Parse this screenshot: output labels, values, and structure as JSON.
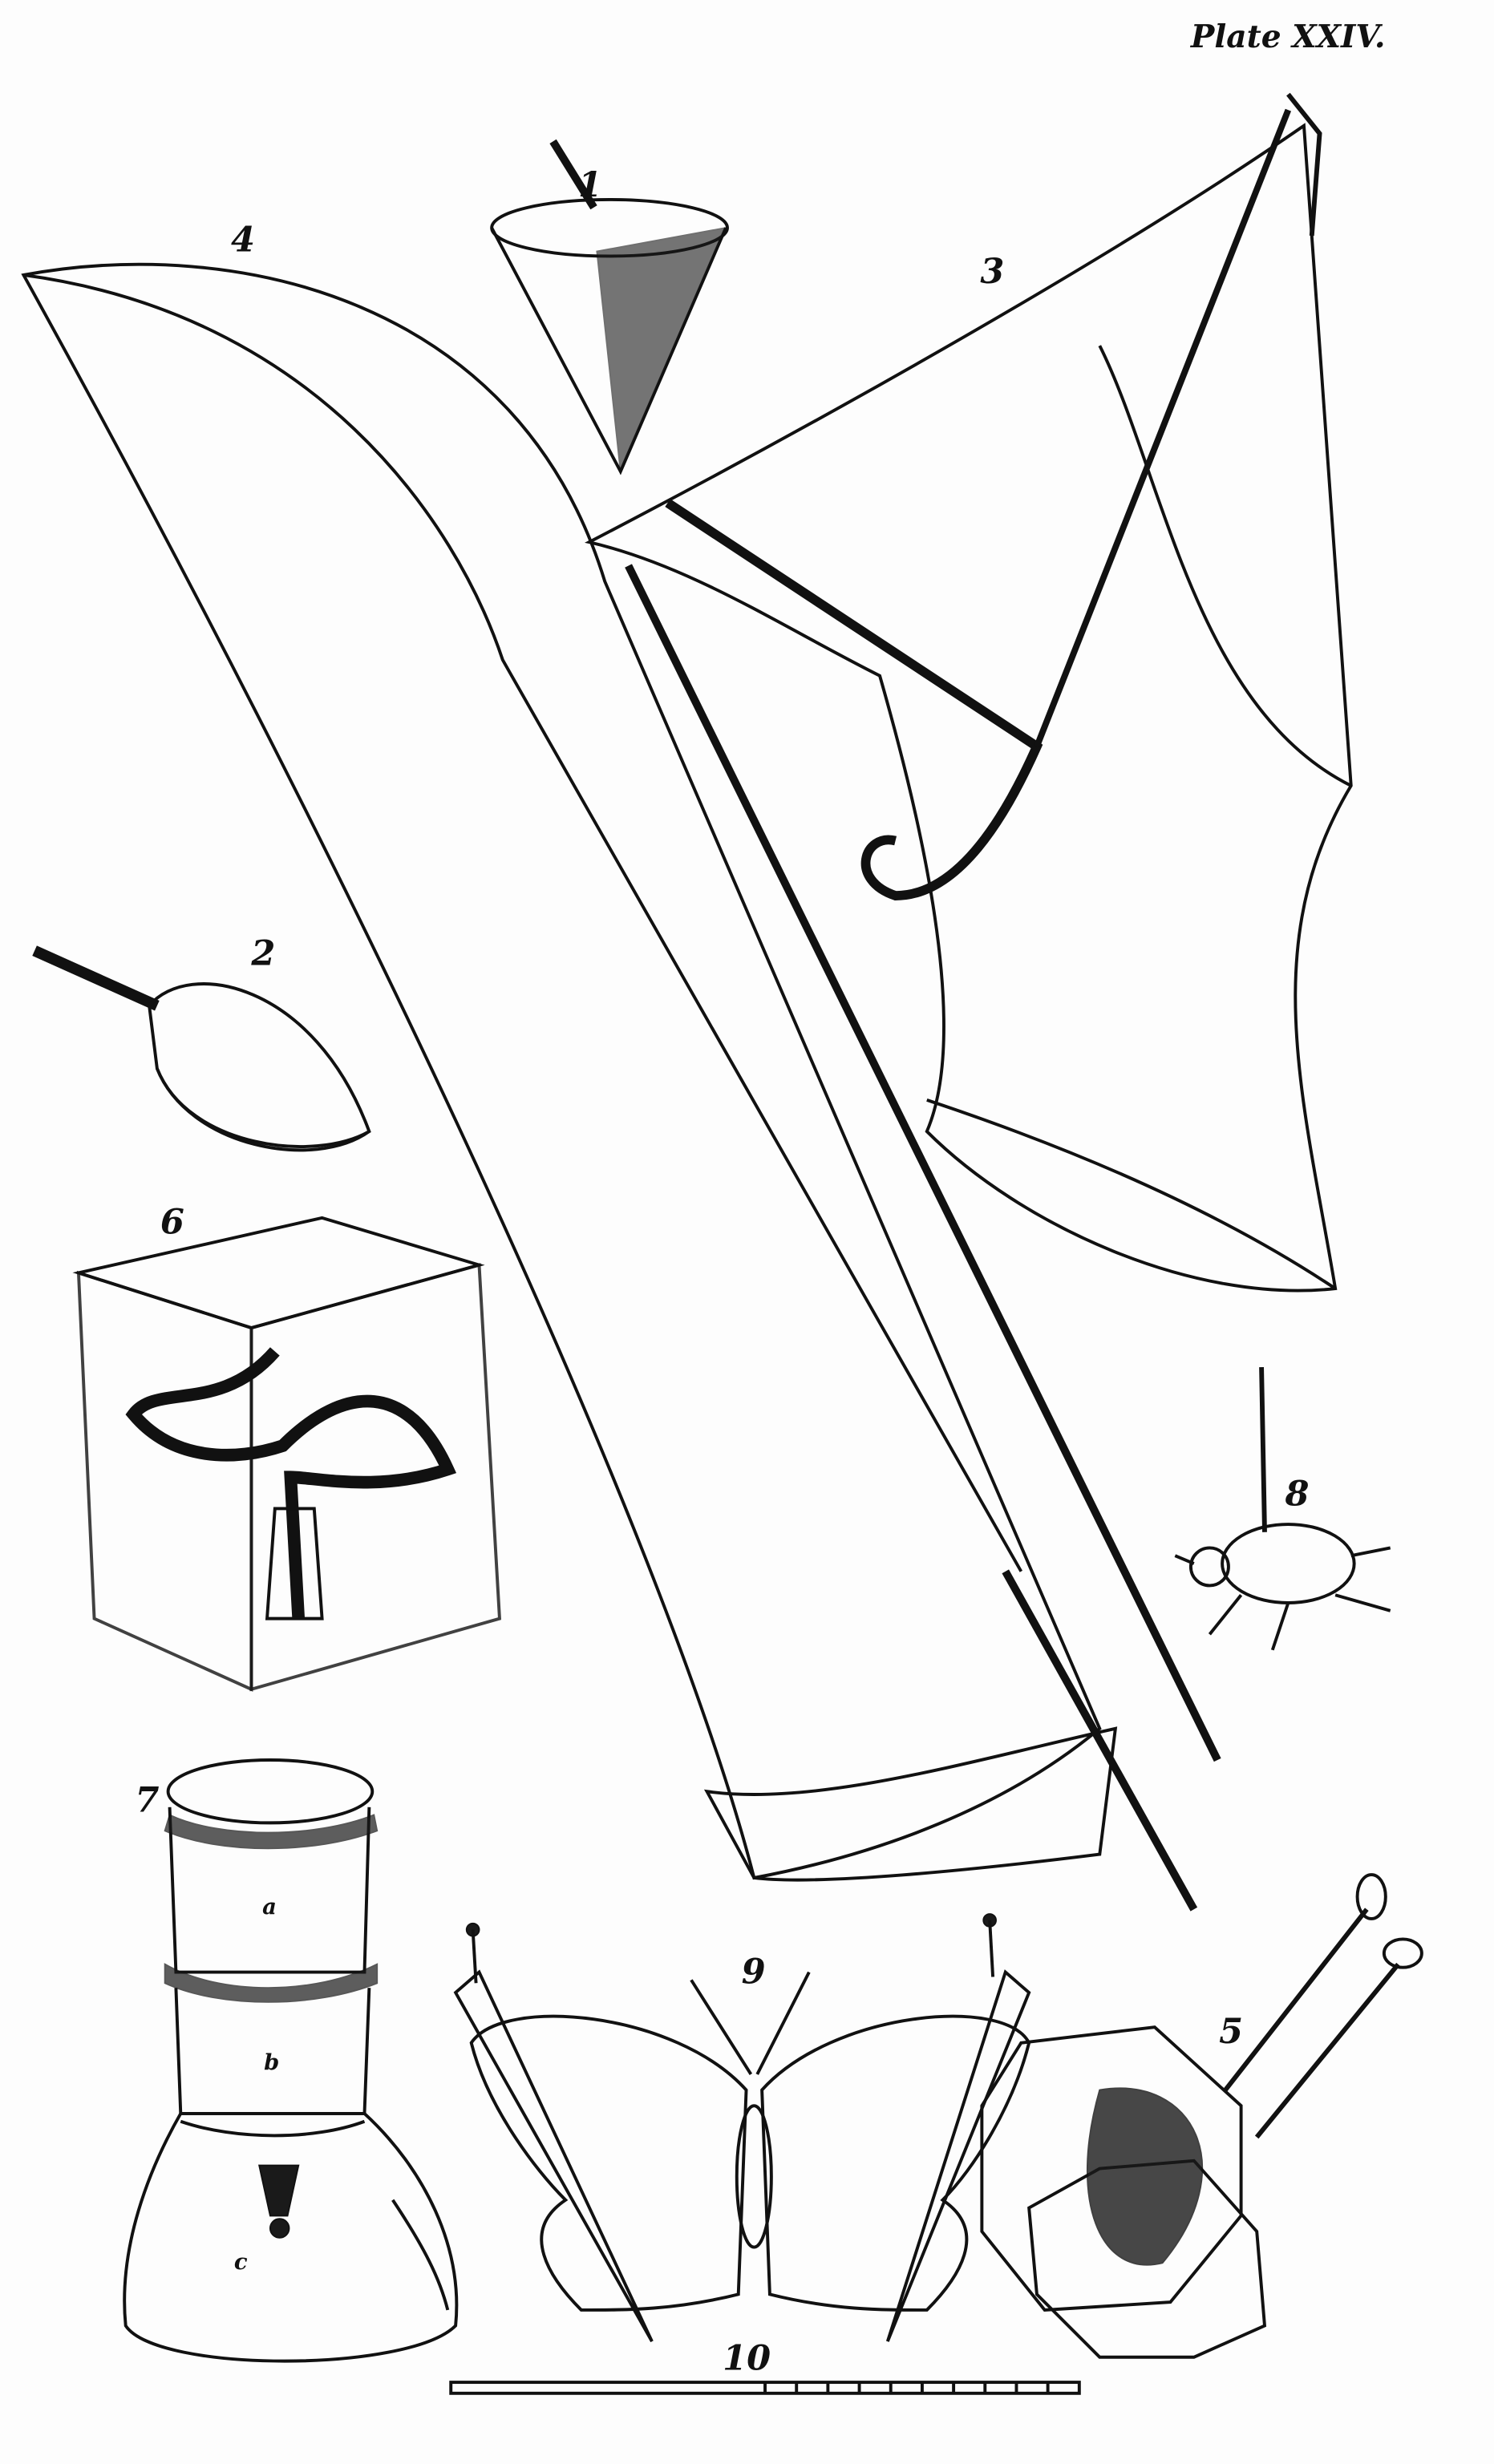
{
  "plate_title": "Plate XXIV.",
  "figures": [
    {
      "number": "1",
      "label": "1"
    },
    {
      "number": "2",
      "label": "2"
    },
    {
      "number": "3",
      "label": "3"
    },
    {
      "number": "4",
      "label": "4"
    },
    {
      "number": "5",
      "label": "5"
    },
    {
      "number": "6",
      "label": "6"
    },
    {
      "number": "7",
      "label": "7"
    },
    {
      "number": "8",
      "label": "8"
    },
    {
      "number": "9",
      "label": "9"
    },
    {
      "number": "10",
      "label": "10"
    }
  ],
  "jar_sections": [
    "a",
    "b",
    "c"
  ],
  "colors": {
    "ink": "#111111",
    "paper": "#fdfdfd"
  }
}
